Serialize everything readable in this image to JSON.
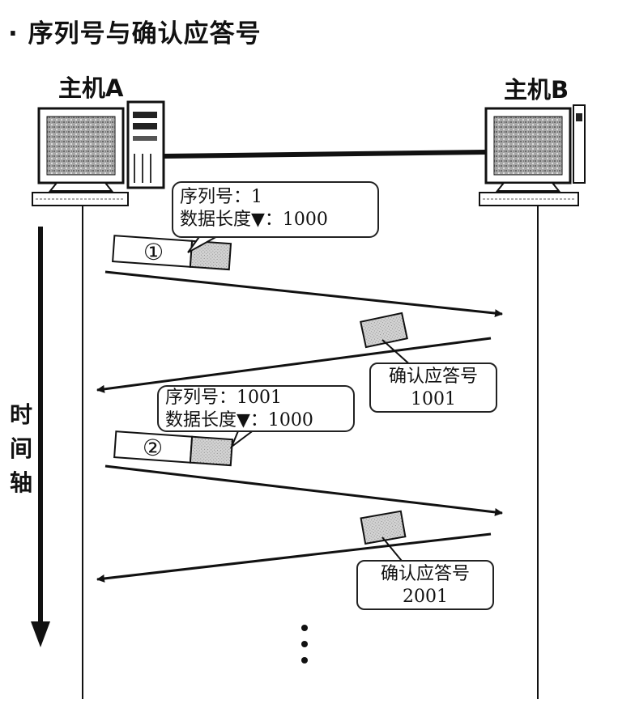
{
  "title": "· 序列号与确认应答号",
  "hosts": {
    "a": {
      "label": "主机A"
    },
    "b": {
      "label": "主机B"
    }
  },
  "segments": [
    {
      "marker": "①",
      "seq_label": "序列号：",
      "seq_value": "1",
      "len_label": "数据长度▼：",
      "len_value": "1000"
    },
    {
      "marker": "②",
      "seq_label": "序列号：",
      "seq_value": "1001",
      "len_label": "数据长度▼：",
      "len_value": "1000"
    }
  ],
  "acks": [
    {
      "label": "确认应答号",
      "value": "1001"
    },
    {
      "label": "确认应答号",
      "value": "2001"
    }
  ],
  "time_axis": {
    "chars": [
      "时",
      "间",
      "轴"
    ]
  },
  "colors": {
    "line": "#111111",
    "packet_fill": "#c8c8c8",
    "screen": "#9a9a9a"
  }
}
